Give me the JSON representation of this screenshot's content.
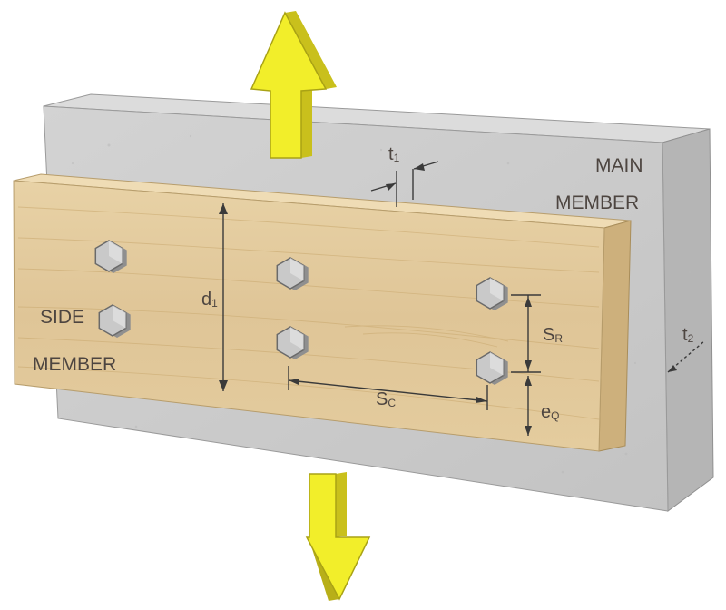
{
  "labels": {
    "main_member_line1": "MAIN",
    "main_member_line2": "MEMBER",
    "side_member_line1": "SIDE",
    "side_member_line2": "MEMBER"
  },
  "dimensions": {
    "t1": {
      "main": "t",
      "sub": "1"
    },
    "t2": {
      "main": "t",
      "sub": "2"
    },
    "d1": {
      "main": "d",
      "sub": "1"
    },
    "sr": {
      "main": "S",
      "sub": "R"
    },
    "sc": {
      "main": "S",
      "sub": "C"
    },
    "eq": {
      "main": "e",
      "sub": "Q"
    }
  },
  "colors": {
    "arrow_fill": "#f2ee2a",
    "arrow_side": "#c9c01c",
    "concrete_front": "#cbcbcb",
    "concrete_top": "#dcdcdc",
    "concrete_side": "#b4b4b4",
    "wood_front": "#e2cb9e",
    "wood_top": "#efdcb5",
    "wood_side": "#cdb07c",
    "bolt": "#c9c9c9",
    "label_text": "#4d4540"
  },
  "icons": {
    "load_arrow_up": "up-arrow-icon",
    "load_arrow_down": "down-arrow-icon",
    "bolt": "hex-bolt-icon"
  }
}
